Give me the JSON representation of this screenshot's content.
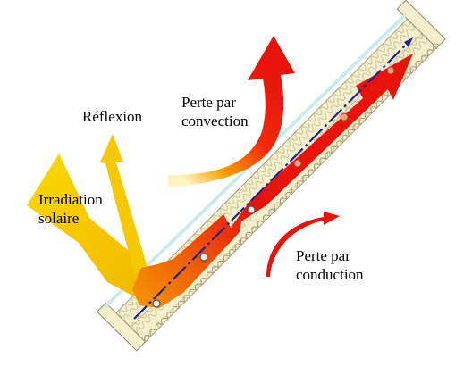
{
  "labels": {
    "reflexion": "Réflexion",
    "irradiation_line1": "Irradiation",
    "irradiation_line2": "solaire",
    "convection_line1": "Perte par",
    "convection_line2": "convection",
    "conduction_line1": "Perte par",
    "conduction_line2": "conduction"
  },
  "colors": {
    "solar_yellow": "#f7c600",
    "heat_red": "#e8130b",
    "heat_orange": "#f58a00",
    "glass": "#c9ece6",
    "insulation_fill": "#f3eecb",
    "insulation_stroke": "#a59d78",
    "fluid_line": "#23238c"
  }
}
